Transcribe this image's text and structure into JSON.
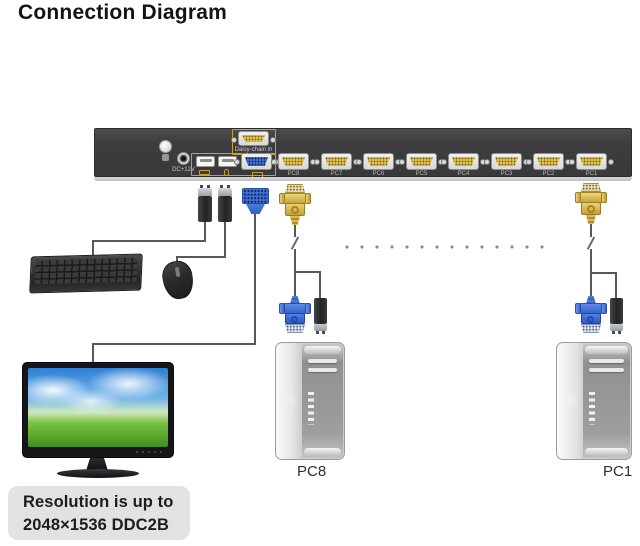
{
  "title": "Connection Diagram",
  "kvm": {
    "daisy_chain_label": "Daisy-chain in",
    "dc_power_label": "DC+12V",
    "port_labels": [
      "PC8",
      "PC7",
      "PC6",
      "PC5",
      "PC4",
      "PC3",
      "PC2",
      "PC1"
    ]
  },
  "computers": {
    "left_label": "PC8",
    "right_label": "PC1"
  },
  "note": {
    "line1": "Resolution is up to",
    "line2": "2048×1536 DDC2B"
  },
  "icons": {
    "keyboard_port": "keyboard-icon",
    "mouse_port": "mouse-icon",
    "monitor_port": "monitor-icon",
    "ground": "ground-screw-icon"
  },
  "colors": {
    "vga_yellow": "#e2c14d",
    "vga_blue": "#3e6fd2",
    "kvm_body": "#3d3d3f",
    "console_outline": "#c9a227",
    "cable": "#58585a",
    "note_bg": "#e2e2e2"
  }
}
